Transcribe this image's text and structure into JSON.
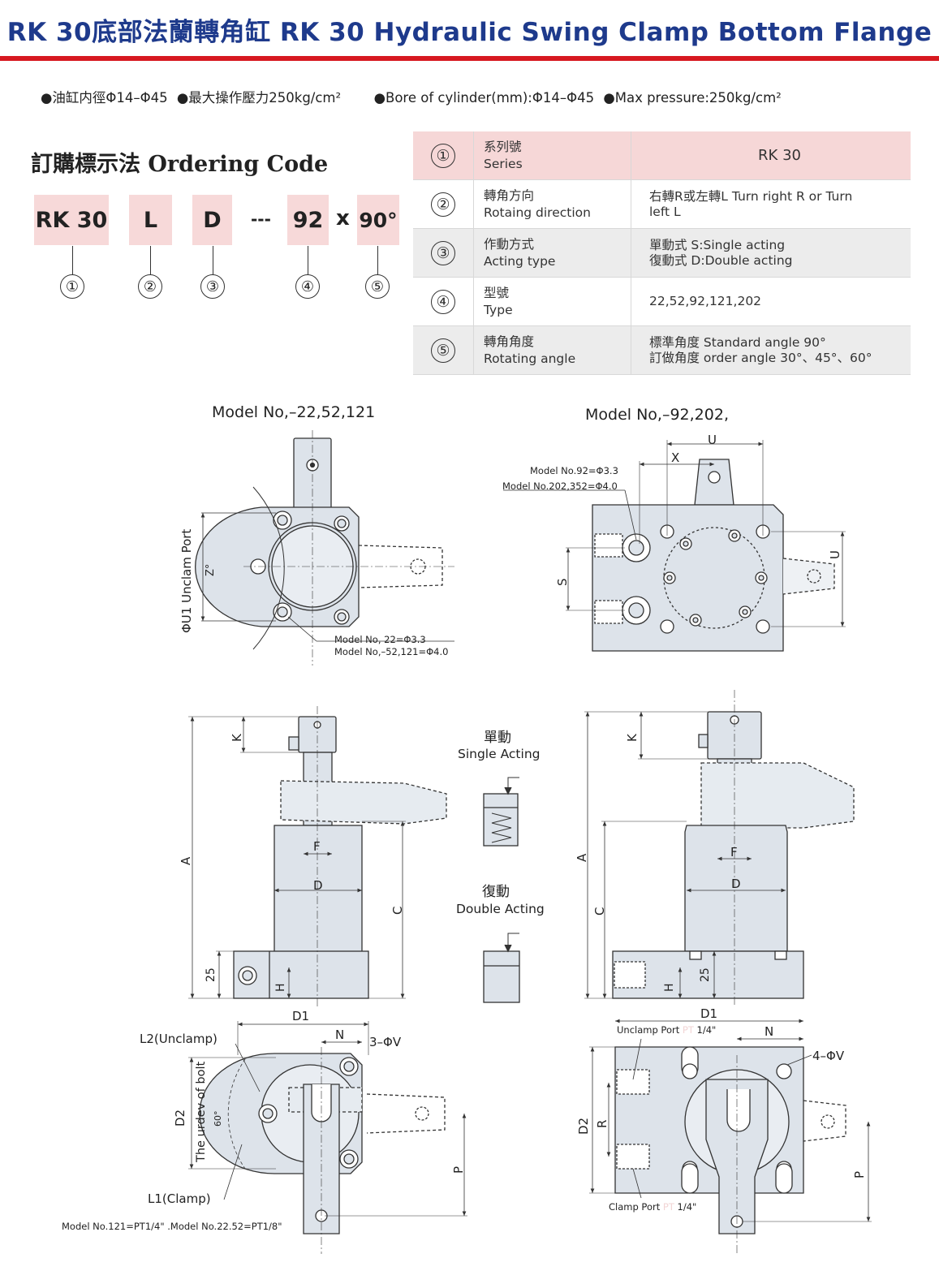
{
  "header": {
    "title": "RK 30底部法蘭轉角缸 RK 30 Hydraulic Swing Clamp Bottom Flange",
    "spec_zh_bore": "●油缸内徑Φ14–Φ45",
    "spec_zh_pressure": "●最大操作壓力250kg/cm²",
    "spec_en_bore": "●Bore of cylinder(mm):Φ14–Φ45",
    "spec_en_pressure": "●Max pressure:250kg/cm²"
  },
  "ordering_code": {
    "title": "訂購標示法 Ordering Code",
    "parts": [
      "RK 30",
      "L",
      "D",
      "---",
      "92",
      "x",
      "90°"
    ],
    "numbers": [
      "①",
      "②",
      "③",
      "④",
      "⑤"
    ]
  },
  "order_table": [
    {
      "num": "①",
      "key_zh": "系列號",
      "key_en": "Series",
      "value1": "RK 30",
      "value2": ""
    },
    {
      "num": "②",
      "key_zh": "轉角方向",
      "key_en": "Rotaing direction",
      "value1": "右轉R或左轉L Turn right R or Turn",
      "value2": "left L"
    },
    {
      "num": "③",
      "key_zh": "作動方式",
      "key_en": "Acting type",
      "value1": "單動式   S:Single acting",
      "value2": "復動式  D:Double acting"
    },
    {
      "num": "④",
      "key_zh": "型號",
      "key_en": "Type",
      "value1": "22,52,92,121,202",
      "value2": ""
    },
    {
      "num": "⑤",
      "key_zh": "轉角角度",
      "key_en": "Rotating angle",
      "value1": "標準角度 Standard angle 90°",
      "value2": "訂做角度 order angle 30°、45°、60°"
    }
  ],
  "drawings": {
    "top_left_title": "Model No,–22,52,121",
    "top_right_title": "Model No,–92,202,",
    "tl_port": "ΦU1 Unclam Port",
    "tl_angle": "Z°",
    "tl_note1": "Model No,  22=Φ3.3",
    "tl_note2": "Model No,–52,121=Φ4.0",
    "tr_note1": "Model No.92=Φ3.3",
    "tr_note2": "Model No.202,352=Φ4.0",
    "dim_U": "U",
    "dim_X": "X",
    "dim_S": "S",
    "dim_A": "A",
    "dim_K": "K",
    "dim_F": "F",
    "dim_D": "D",
    "dim_C": "C",
    "dim_25": "25",
    "dim_H": "H",
    "dim_D1": "D1",
    "dim_N": "N",
    "dim_D2": "D2",
    "dim_R": "R",
    "dim_P": "P",
    "single_zh": "單動",
    "single_en": "Single Acting",
    "double_zh": "復動",
    "double_en": "Double Acting",
    "bl_l2": "L2(Unclamp)",
    "bl_bolt": "The urdev of bolt",
    "bl_60": "60°",
    "bl_3v": "3–ΦV",
    "bl_l1": "L1(Clamp)",
    "bl_note": "Model No.121=PT1/4\" .Model No.22.52=PT1/8\"",
    "br_unclamp": "Unclamp Port",
    "br_clamp": "Clamp Port",
    "br_pt": "PT",
    "br_size": "1/4\"",
    "br_4v": "4–ΦV"
  },
  "colors": {
    "title": "#1e3a8c",
    "accent_red": "#d71920",
    "pink_fill": "#f7d9d9",
    "part_fill": "#dde3ea"
  }
}
